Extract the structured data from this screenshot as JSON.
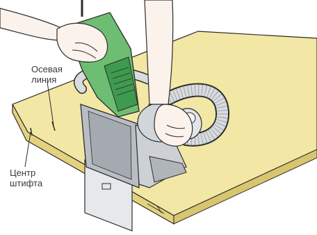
{
  "labels": {
    "axis_line": "Осевая\nлиния",
    "pin_center": "Центр\nштифта"
  },
  "colors": {
    "board": "#F2E7A4",
    "board_edge": "#D8C56E",
    "tool_body": "#6DBE72",
    "tool_body_dark": "#3E9A4E",
    "tool_gray": "#B9BEC4",
    "hose": "#D9DCDF",
    "skin": "#FBF2EC",
    "outline": "#2B2B2B"
  },
  "icons": {
    "board": "wooden-board",
    "tool": "biscuit-joiner",
    "hose": "dust-hose",
    "hands": "hands"
  }
}
